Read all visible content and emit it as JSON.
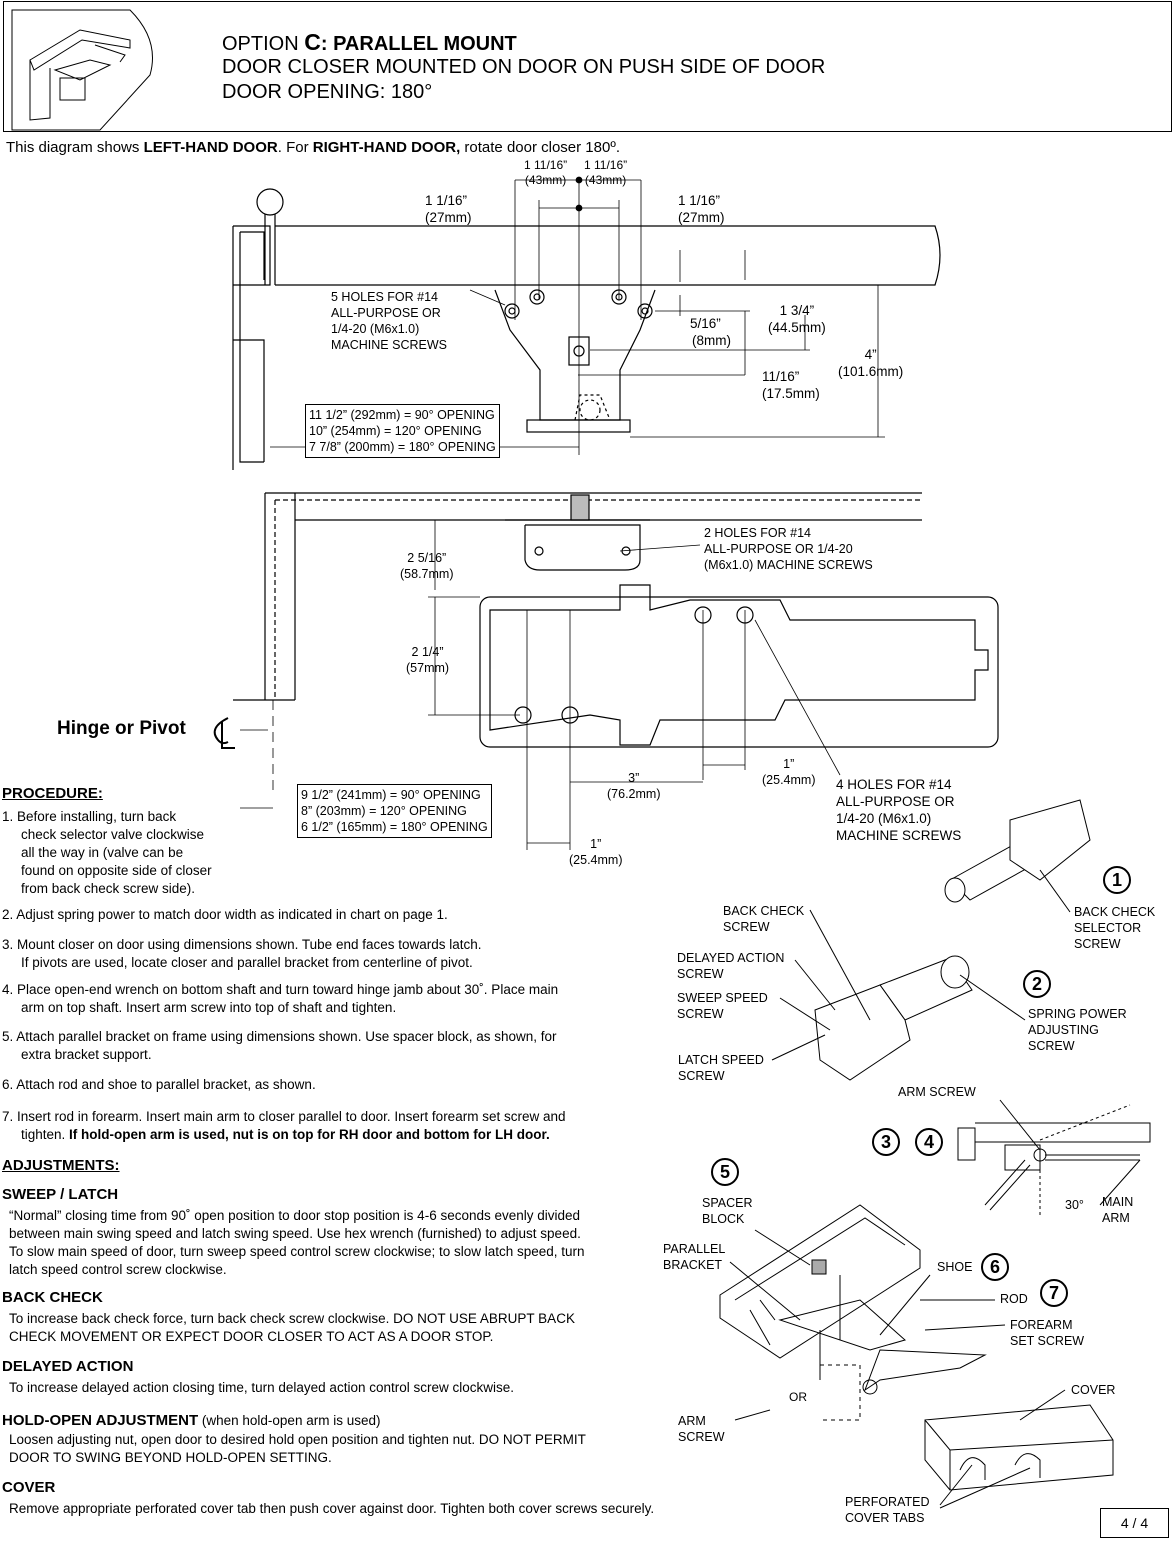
{
  "header": {
    "option_prefix": "OPTION ",
    "option_letter": "C",
    "option_title": ": PARALLEL MOUNT",
    "line2": "DOOR CLOSER MOUNTED ON DOOR ON PUSH SIDE OF DOOR",
    "line3": "DOOR OPENING:  180°"
  },
  "note": {
    "pre": "This diagram shows ",
    "left": "LEFT-HAND DOOR",
    "mid": ".  For ",
    "right": "RIGHT-HAND DOOR,",
    "post": " rotate door closer 180º."
  },
  "dims": {
    "d1a": "1 11/16”",
    "d1b": "(43mm)",
    "d2a": "1 11/16”",
    "d2b": "(43mm)",
    "d3a": "1 1/16”",
    "d3b": "(27mm)",
    "d4a": "1 1/16”",
    "d4b": "(27mm)",
    "holes5": [
      "5 HOLES FOR #14",
      "ALL-PURPOSE OR",
      "1/4-20 (M6x1.0)",
      "MACHINE SCREWS"
    ],
    "d5a": "5/16”",
    "d5b": "(8mm)",
    "d6a": "1 3/4”",
    "d6b": "(44.5mm)",
    "d7a": "4”",
    "d7b": "(101.6mm)",
    "d8a": "11/16”",
    "d8b": "(17.5mm)",
    "opening1": [
      "11 1/2” (292mm) = 90° OPENING",
      "10” (254mm) = 120° OPENING",
      "7 7/8” (200mm) = 180° OPENING"
    ],
    "holes2": [
      "2 HOLES FOR #14",
      "ALL-PURPOSE OR 1/4-20",
      "(M6x1.0) MACHINE SCREWS"
    ],
    "d9a": "2 5/16”",
    "d9b": "(58.7mm)",
    "d10a": "2 1/4”",
    "d10b": "(57mm)",
    "hinge": "Hinge or Pivot",
    "opening2": [
      "9 1/2” (241mm) = 90° OPENING",
      "8” (203mm) = 120° OPENING",
      "6 1/2” (165mm) = 180° OPENING"
    ],
    "d11a": "3”",
    "d11b": "(76.2mm)",
    "d12a": "1”",
    "d12b": "(25.4mm)",
    "d13a": "1”",
    "d13b": "(25.4mm)",
    "holes4": [
      "4 HOLES FOR #14",
      "ALL-PURPOSE OR",
      "1/4-20 (M6x1.0)",
      "MACHINE SCREWS"
    ]
  },
  "procedure": {
    "title": "PROCEDURE:",
    "steps": [
      [
        "1.  Before installing, turn back",
        "check selector valve clockwise",
        "all the way in (valve can be",
        "found on opposite side of closer",
        "from back check screw side)."
      ],
      [
        "2.  Adjust spring power to match door width as indicated in chart on page 1."
      ],
      [
        "3.  Mount closer on door using dimensions shown.  Tube end faces towards latch.",
        "If pivots are used, locate closer and parallel bracket from centerline of pivot."
      ],
      [
        "4.  Place open-end wrench on bottom shaft and turn toward hinge jamb about 30˚.  Place main",
        "arm on top shaft.  Insert arm screw into top of shaft and tighten."
      ],
      [
        "5.  Attach parallel bracket on frame using dimensions shown.  Use spacer block, as shown, for",
        "extra bracket support."
      ],
      [
        "6.  Attach rod and shoe to parallel bracket, as shown."
      ],
      [
        "7.  Insert rod in forearm.  Insert main arm to closer parallel to door.  Insert forearm set screw and",
        "tighten.  "
      ]
    ],
    "step7_bold": "If hold-open arm is used, nut is on top for RH door and bottom for LH door."
  },
  "adjustments": {
    "title": "ADJUSTMENTS:",
    "sweep_title": "SWEEP / LATCH",
    "sweep_text": [
      "“Normal” closing time from 90˚ open position to door stop position is 4-6 seconds evenly divided",
      "between main swing speed and latch swing speed.  Use hex wrench (furnished) to adjust speed.",
      "To slow main speed of door, turn sweep speed control screw clockwise; to slow latch speed, turn",
      "latch speed control screw clockwise."
    ],
    "back_title": "BACK CHECK",
    "back_text": [
      "To increase back check force, turn back check screw clockwise.  DO NOT USE ABRUPT BACK",
      "CHECK MOVEMENT OR EXPECT DOOR CLOSER TO ACT AS A DOOR STOP."
    ],
    "delay_title": "DELAYED ACTION",
    "delay_text": [
      "To increase delayed action closing time, turn delayed action control screw clockwise."
    ],
    "hold_title": "HOLD-OPEN ADJUSTMENT",
    "hold_sub": " (when hold-open arm is used)",
    "hold_text": [
      "Loosen adjusting nut, open door to desired hold open position and tighten nut.  DO NOT PERMIT",
      "DOOR TO SWING BEYOND HOLD-OPEN SETTING."
    ],
    "cover_title": "COVER",
    "cover_text": [
      "Remove appropriate perforated cover tab then push cover against door.  Tighten both cover screws securely."
    ]
  },
  "parts": {
    "n1": "1",
    "n2": "2",
    "n3": "3",
    "n4": "4",
    "n5": "5",
    "n6": "6",
    "n7": "7",
    "back_check_selector": [
      "BACK CHECK",
      "SELECTOR",
      "SCREW"
    ],
    "back_check_screw": [
      "BACK CHECK",
      "SCREW"
    ],
    "delayed_action": [
      "DELAYED ACTION",
      "SCREW"
    ],
    "sweep_speed": [
      "SWEEP SPEED",
      "SCREW"
    ],
    "latch_speed": [
      "LATCH SPEED",
      "SCREW"
    ],
    "spring_power": [
      "SPRING POWER",
      "ADJUSTING",
      "SCREW"
    ],
    "arm_screw_top": "ARM SCREW",
    "angle": "30°",
    "main_arm": [
      "MAIN",
      "ARM"
    ],
    "spacer_block": [
      "SPACER",
      "BLOCK"
    ],
    "parallel_bracket": [
      "PARALLEL",
      "BRACKET"
    ],
    "shoe": "SHOE",
    "rod": "ROD",
    "forearm_set_screw": [
      "FOREARM",
      "SET SCREW"
    ],
    "or": "OR",
    "arm_screw_bottom": [
      "ARM",
      "SCREW"
    ],
    "cover": "COVER",
    "perforated": [
      "PERFORATED",
      "COVER  TABS"
    ]
  },
  "page_number": "4 / 4"
}
